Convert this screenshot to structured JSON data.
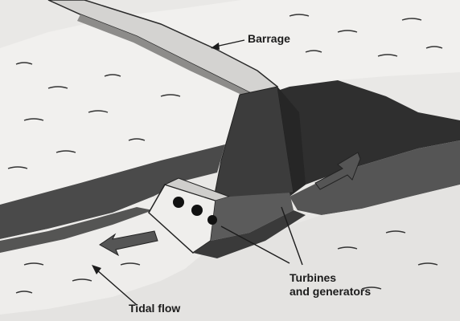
{
  "diagram": {
    "labels": {
      "barrage": "Barrage",
      "turbines_line1": "Turbines",
      "turbines_line2": "and generators",
      "tidal_flow": "Tidal flow"
    },
    "colors": {
      "paper": "#e9e8e6",
      "water_light": "#f1f0ee",
      "channel_shadow": "#2e2e2e",
      "structure_dark": "#3a3a3a",
      "ink": "#1c1c1c"
    }
  }
}
